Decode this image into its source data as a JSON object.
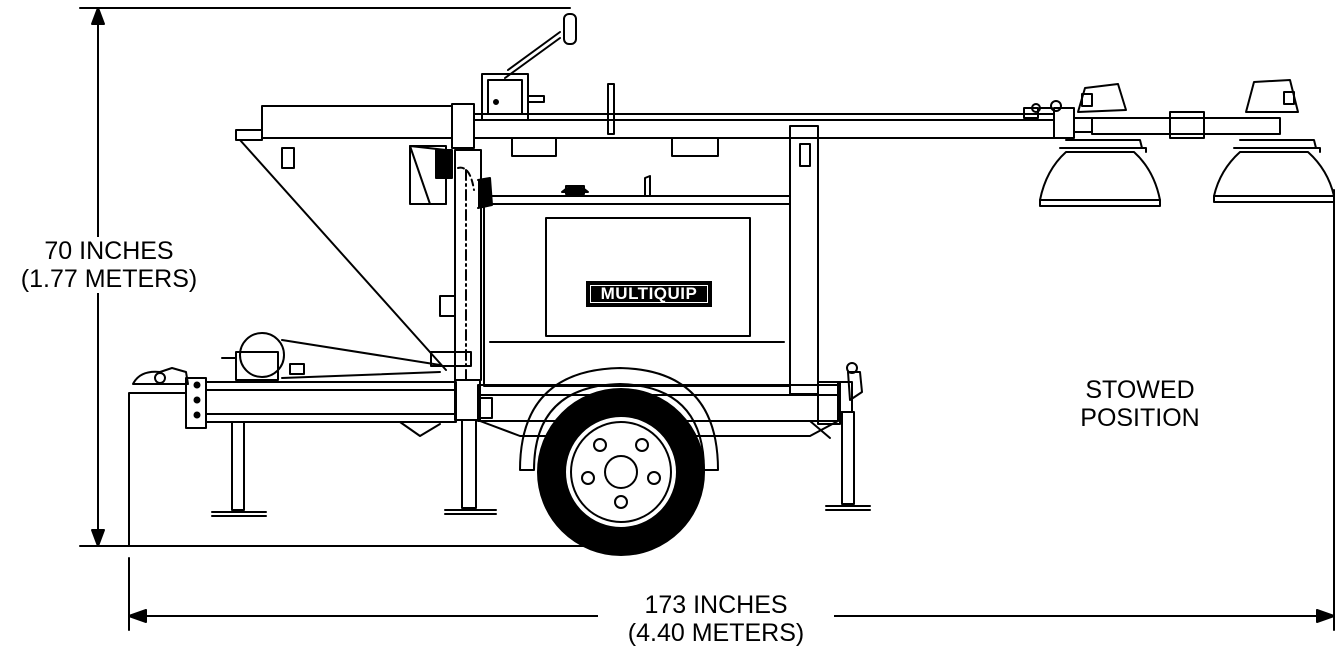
{
  "height_dimension": {
    "line1": "70 INCHES",
    "line2": "(1.77 METERS)"
  },
  "length_dimension": {
    "line1": "173 INCHES",
    "line2": "(4.40 METERS)"
  },
  "position_label": {
    "line1": "STOWED",
    "line2": "POSITION"
  },
  "brand_plate": "MULTIQUIP"
}
